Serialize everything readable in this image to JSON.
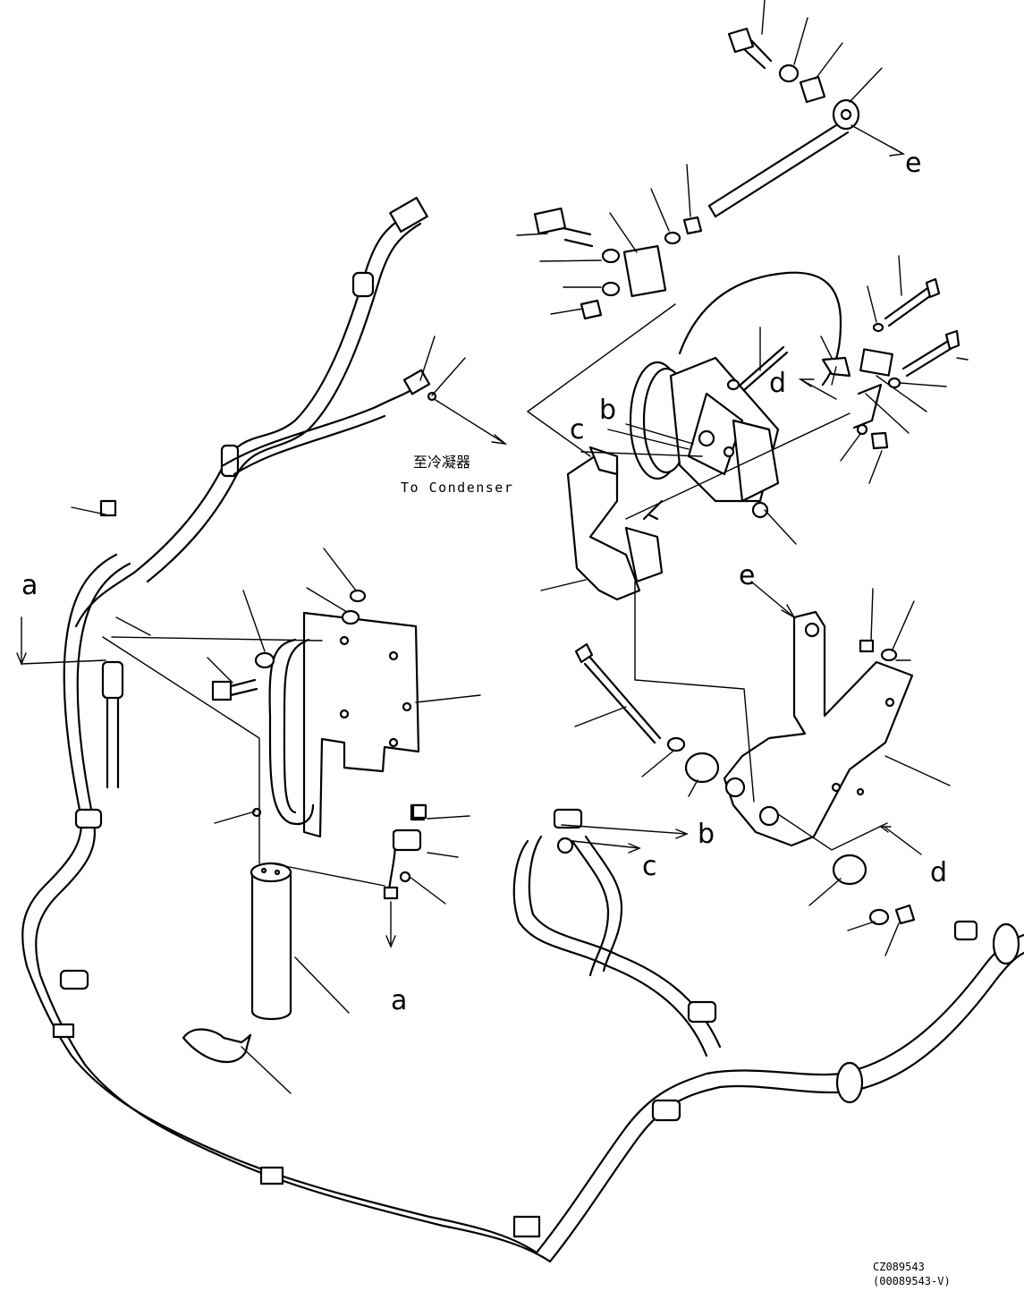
{
  "callouts": {
    "a_top": "a",
    "a_bottom": "a",
    "b_top": "b",
    "b_bottom": "b",
    "c_top": "c",
    "c_bottom": "c",
    "d_top": "d",
    "d_bottom": "d",
    "e_top": "e",
    "e_bottom": "e"
  },
  "note": {
    "chinese": "至冷凝器",
    "english": "To Condenser"
  },
  "drawing_code": "CZ089543",
  "drawing_ref": "(00089543-V)"
}
